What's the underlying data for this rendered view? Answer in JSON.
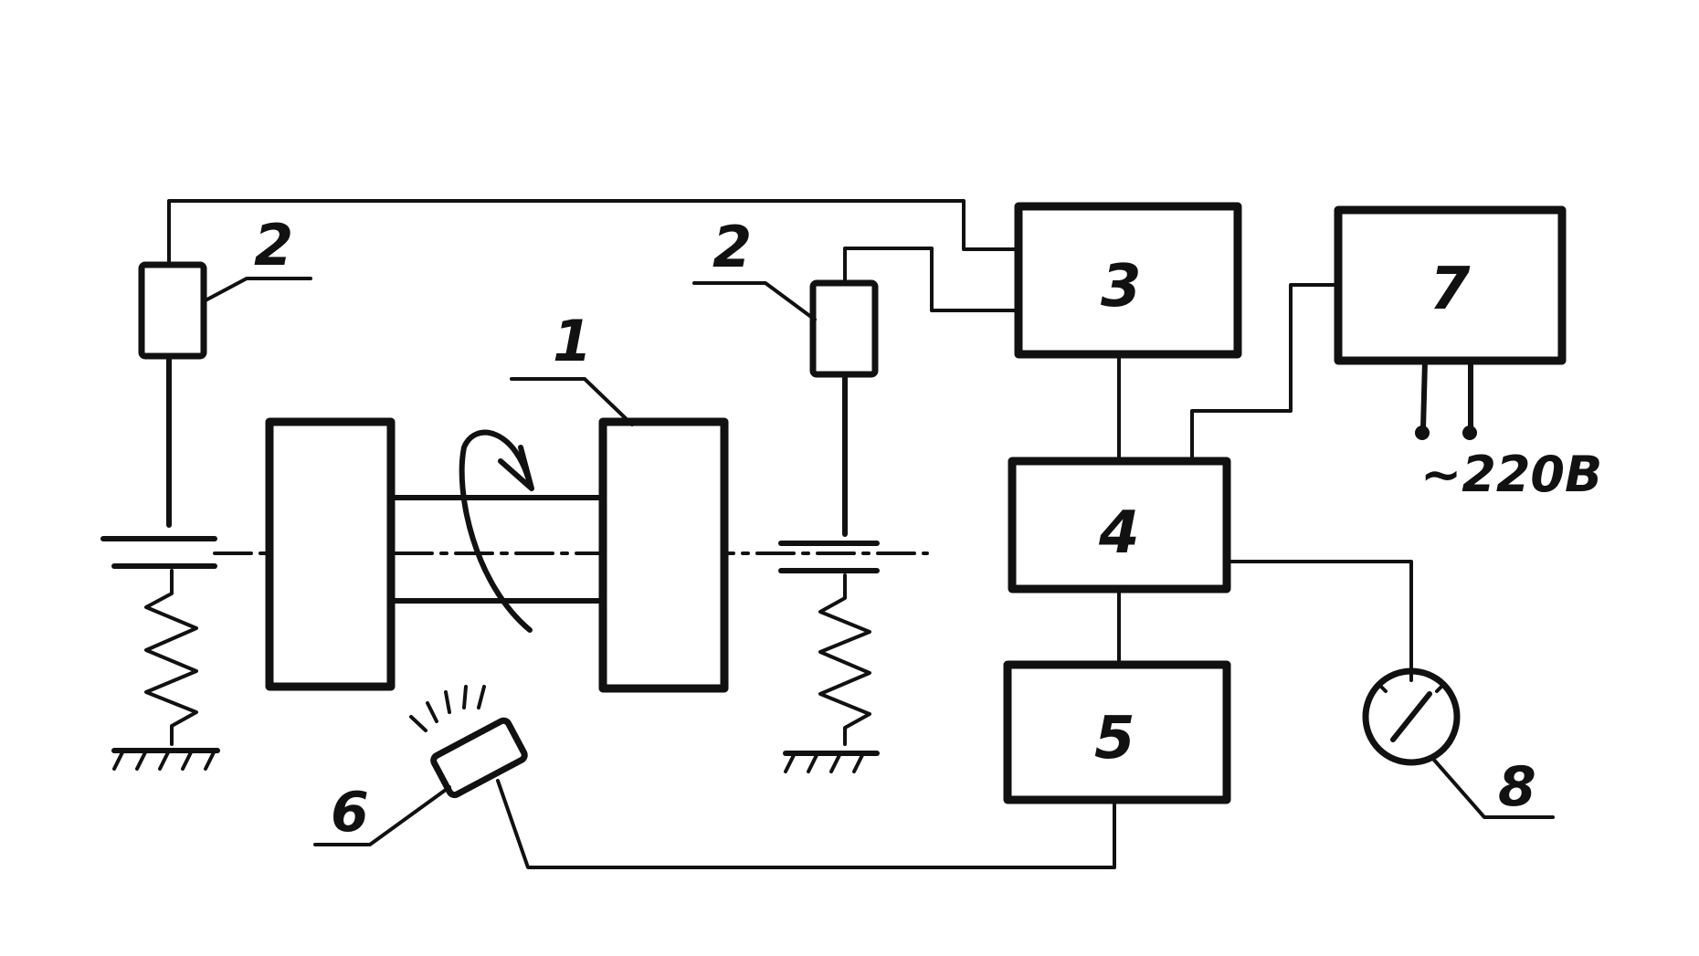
{
  "diagram": {
    "labels": {
      "shaft_item": "1",
      "sensor_left": "2",
      "sensor_right": "2",
      "block_3": "3",
      "block_4": "4",
      "block_5": "5",
      "lamp_item": "6",
      "block_7": "7",
      "gauge_item": "8",
      "supply": "~220В"
    }
  }
}
